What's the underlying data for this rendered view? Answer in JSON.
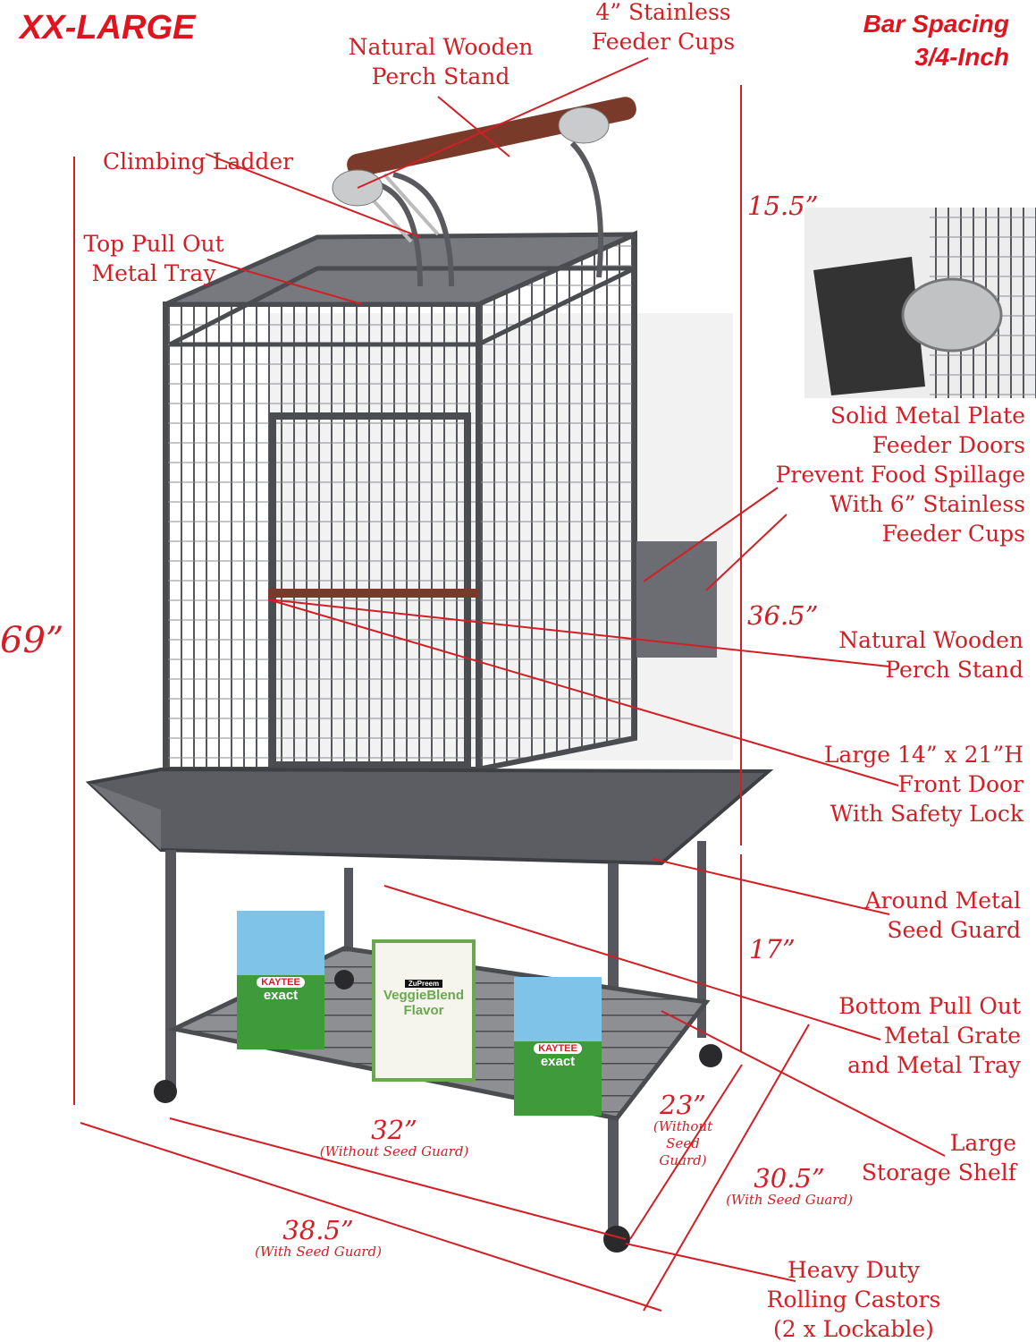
{
  "header": {
    "size": "XX-LARGE",
    "bar_spacing_line1": "Bar Spacing",
    "bar_spacing_line2": "3/4-Inch"
  },
  "callouts": {
    "top_perch": [
      "Natural Wooden",
      "Perch Stand"
    ],
    "feeder_cups": [
      "4” Stainless",
      "Feeder Cups"
    ],
    "ladder": [
      "Climbing Ladder"
    ],
    "top_tray": [
      "Top Pull Out",
      "Metal Tray"
    ],
    "feeder_doors": [
      "Solid Metal Plate",
      "Feeder Doors",
      "Prevent Food Spillage",
      "With 6” Stainless",
      "Feeder Cups"
    ],
    "inner_perch": [
      "Natural Wooden",
      "Perch Stand"
    ],
    "front_door": [
      "Large 14” x 21”H",
      "Front Door",
      "With Safety Lock"
    ],
    "seed_guard": [
      "Around Metal",
      "Seed Guard"
    ],
    "bottom_tray": [
      "Bottom Pull Out",
      "Metal Grate",
      "and Metal Tray"
    ],
    "shelf": [
      "Large",
      "Storage Shelf"
    ],
    "castors": [
      "Heavy Duty",
      "Rolling Castors",
      "(2 x Lockable)"
    ]
  },
  "dimensions": {
    "total_height": "69”",
    "top_height": "15.5”",
    "cage_height": "36.5”",
    "stand_height": "17”",
    "width_no_guard": {
      "value": "32”",
      "note": "(Without Seed Guard)"
    },
    "width_guard": {
      "value": "38.5”",
      "note": "(With Seed Guard)"
    },
    "depth_no_guard": {
      "value": "23”",
      "note": [
        "(Without",
        "Seed",
        "Guard)"
      ]
    },
    "depth_guard": {
      "value": "30.5”",
      "note": "(With Seed Guard)"
    }
  },
  "products": [
    {
      "brand": "KAYTEE",
      "name": "exact"
    },
    {
      "brand": "ZuPreem",
      "name": "VeggieBlend",
      "name2": "Flavor"
    },
    {
      "brand": "KAYTEE",
      "name": "exact"
    }
  ],
  "colors": {
    "accent": "#d21f26",
    "frame": "#5a5a5e",
    "wood": "#7a3a2a"
  }
}
